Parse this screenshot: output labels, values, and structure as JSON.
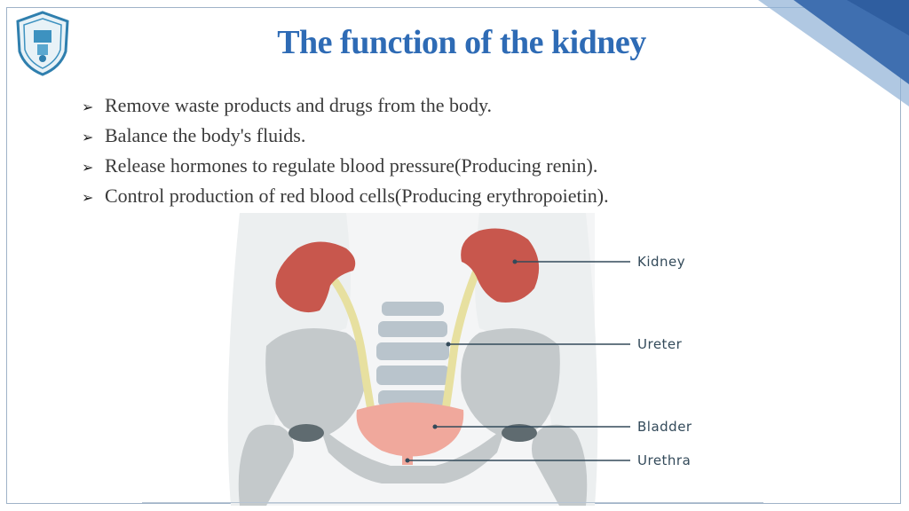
{
  "slide": {
    "title": "The function of the kidney",
    "bullets": [
      "Remove waste products and drugs from the body.",
      "Balance the body's fluids.",
      "Release hormones to regulate blood pressure(Producing renin).",
      "Control production of red blood cells(Producing erythropoietin)."
    ],
    "bullet_marker": "➢"
  },
  "diagram": {
    "labels": {
      "kidney": "Kidney",
      "ureter": "Ureter",
      "bladder": "Bladder",
      "urethra": "Urethra"
    }
  },
  "colors": {
    "title": "#2e6bb5",
    "corner_dark": "#3f6fb0",
    "corner_light": "#8fb0d6",
    "kidney": "#c8574d",
    "ureter": "#e7e0a0",
    "bladder": "#f0a89c",
    "bone": "#c4c9cb"
  },
  "icons": {
    "logo": "university-seal-icon",
    "bullet": "arrow-bullet-icon"
  }
}
